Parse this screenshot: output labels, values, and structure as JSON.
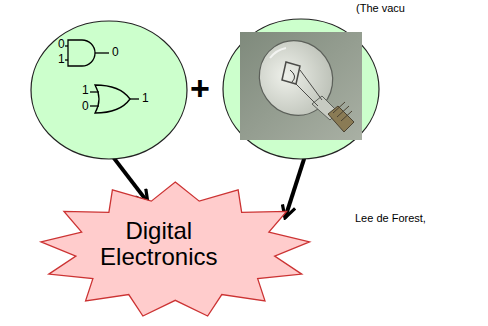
{
  "diagram": {
    "nodes": [
      {
        "text": [
          "0",
          "1",
          "0",
          "1",
          "0",
          "1"
        ]
      },
      {
        "text": []
      },
      {
        "text": [
          "Digital Electronics"
        ]
      }
    ],
    "edges": [
      {
        "from": 0,
        "to": 2,
        "arrow": "to"
      },
      {
        "from": 1,
        "to": 2,
        "arrow": "to"
      }
    ],
    "labels": [
      "+",
      "(The vacu",
      "Lee de Forest,"
    ]
  }
}
